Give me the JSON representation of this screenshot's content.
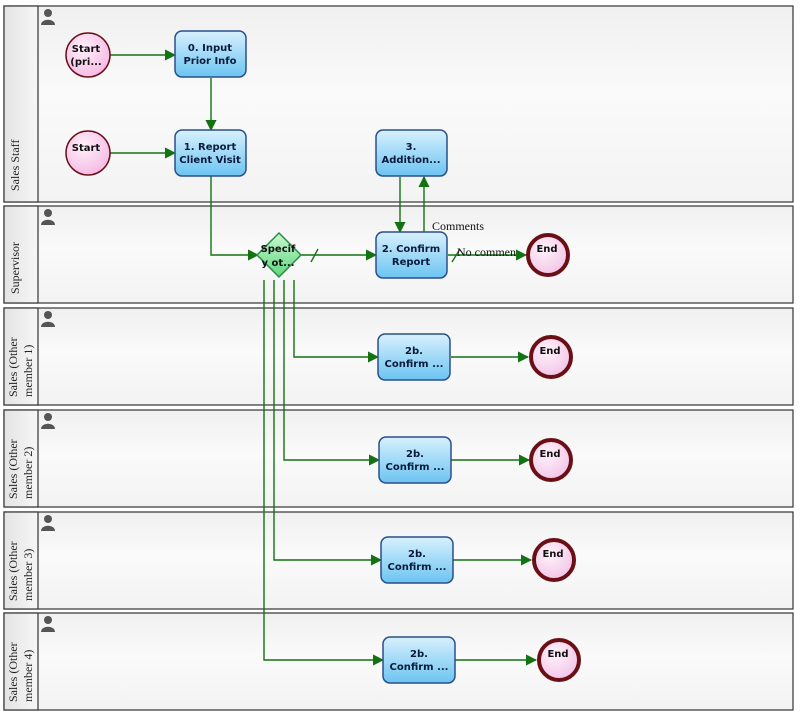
{
  "lanes": [
    {
      "label": "Sales Staff"
    },
    {
      "label": "Supervisor"
    },
    {
      "label_line1": "Sales (Other",
      "label_line2": "member 1)"
    },
    {
      "label_line1": "Sales (Other",
      "label_line2": "member 2)"
    },
    {
      "label_line1": "Sales (Other",
      "label_line2": "member 3)"
    },
    {
      "label_line1": "Sales (Other",
      "label_line2": "member 4)"
    }
  ],
  "events": {
    "start_prior_line1": "Start",
    "start_prior_line2": "(pri...",
    "start_main": "Start",
    "end_supervisor": "End",
    "end_member1": "End",
    "end_member2": "End",
    "end_member3": "End",
    "end_member4": "End"
  },
  "tasks": {
    "input_prior_line1": "0. Input",
    "input_prior_line2": "Prior Info",
    "report_visit_line1": "1. Report",
    "report_visit_line2": "Client Visit",
    "addition_line1": "3.",
    "addition_line2": "Addition...",
    "confirm_report_line1": "2. Confirm",
    "confirm_report_line2": "Report",
    "confirm_m1_line1": "2b.",
    "confirm_m1_line2": "Confirm ...",
    "confirm_m2_line1": "2b.",
    "confirm_m2_line2": "Confirm ...",
    "confirm_m3_line1": "2b.",
    "confirm_m3_line2": "Confirm ...",
    "confirm_m4_line1": "2b.",
    "confirm_m4_line2": "Confirm ..."
  },
  "gateway": {
    "line1": "Specif",
    "line2": "y ot..."
  },
  "flow_labels": {
    "comments": "Comments",
    "no_comments": "No commen"
  },
  "colors": {
    "flow": "#137313",
    "task_fill": "#8fd3f6",
    "task_stroke": "#2a4f8a",
    "start_fill": "#f8c8ea",
    "end_stroke": "#6b0f16",
    "gateway_fill": "#8fe8a4"
  },
  "icons": {
    "lane_icon": "person-icon"
  }
}
